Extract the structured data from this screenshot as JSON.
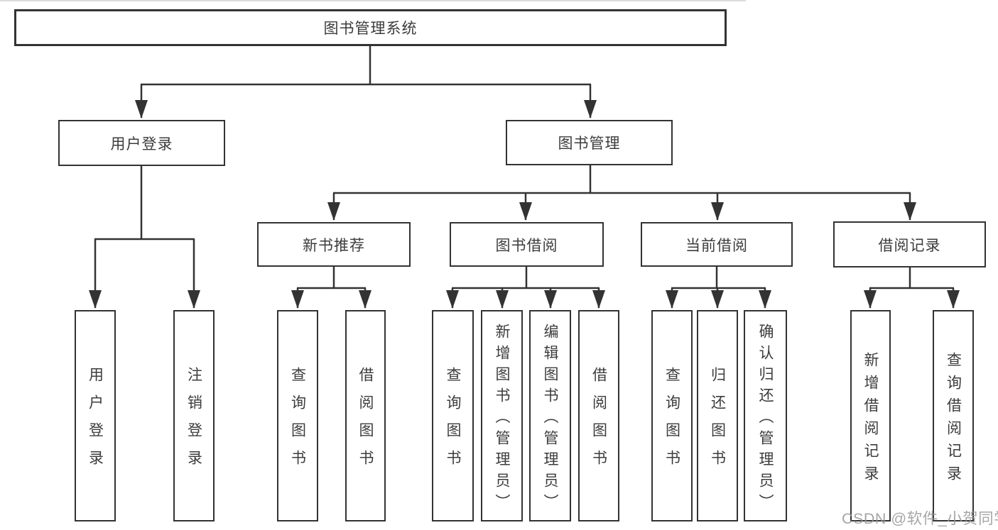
{
  "colors": {
    "line": "#333333",
    "box_border": "#333333",
    "text": "#3c3c3c",
    "watermark": "#969696"
  },
  "tree": {
    "root": "图书管理系统",
    "branches": [
      {
        "label": "用户登录",
        "children": [
          "用户登录",
          "注销登录"
        ]
      },
      {
        "label": "图书管理",
        "groups": [
          {
            "label": "新书推荐",
            "children": [
              "查询图书",
              "借阅图书"
            ]
          },
          {
            "label": "图书借阅",
            "children": [
              "查询图书",
              "新增图书（管理员）",
              "编辑图书（管理员）",
              "借阅图书"
            ]
          },
          {
            "label": "当前借阅",
            "children": [
              "查询图书",
              "归还图书",
              "确认归还（管理员）"
            ]
          },
          {
            "label": "借阅记录",
            "children": [
              "新增借阅记录",
              "查询借阅记录"
            ]
          }
        ]
      }
    ]
  },
  "watermark": {
    "text": "CSDN @软件_小贺同学"
  }
}
